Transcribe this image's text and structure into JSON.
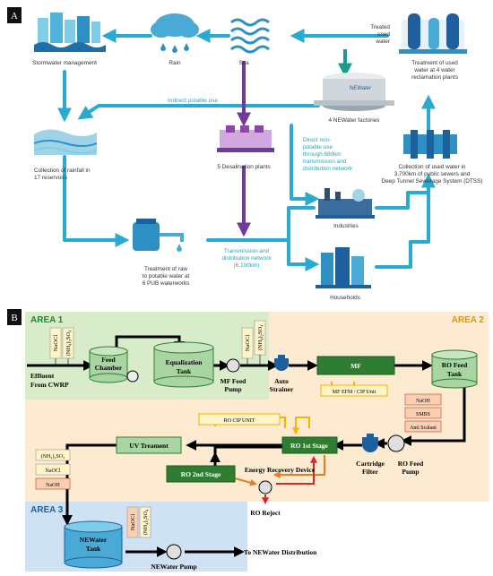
{
  "panel_a": {
    "label": "A",
    "nodes": {
      "stormwater": "Stormwater management",
      "rain": "Rain",
      "sea": "Sea",
      "treated_used_water": [
        "Treated",
        "used",
        "water"
      ],
      "treatment_used_water": [
        "Treatment of used",
        "water at 4 water",
        "reclamation plants"
      ],
      "newater_factories": "4 NEWater factories",
      "newater_logo": "NEWater",
      "indirect_potable": "Indirect potable use",
      "collection_rainfall": [
        "Collection of rainfall in",
        "17 reservoirs"
      ],
      "desalination": "5 Desalination plants",
      "direct_non_potable": [
        "Direct non-",
        "potable use",
        "through 680km",
        "transmission and",
        "distribution network"
      ],
      "collection_used_water": [
        "Collection of used water in",
        "3,700km of public sewers and",
        "Deep Tunnel Sewerage System (DTSS)"
      ],
      "industries": "Industries",
      "treatment_raw": [
        "Treatment of raw",
        "to potable water at",
        "6 PUB waterworks"
      ],
      "transmission": [
        "Transmission and",
        "distribution network",
        "(6,100km)"
      ],
      "households": "Households"
    }
  },
  "panel_b": {
    "label": "B",
    "areas": {
      "area1": "AREA 1",
      "area2": "AREA 2",
      "area3": "AREA 3"
    },
    "chem": {
      "naocl": "NaOCl",
      "nh4so4": "(NH₄)₂SO₄",
      "naoh": "NaOH",
      "smbs": "SMBS",
      "anti_scalant": "Anti Scalant"
    },
    "units": {
      "effluent": [
        "Effluent",
        "From CWRP"
      ],
      "feed_chamber": [
        "Feed",
        "Chamber"
      ],
      "equalization_tank": [
        "Equalization",
        "Tank"
      ],
      "mf_feed_pump": [
        "MF Feed",
        "Pump"
      ],
      "auto_strainer": [
        "Auto",
        "Strainer"
      ],
      "mf": "MF",
      "mf_efm": "MF EFM / CIP Unit",
      "ro_feed_tank": [
        "RO Feed",
        "Tank"
      ],
      "ro_cip": "RO  CIP UNIT",
      "uv": "UV Treament",
      "ro_1st": "RO 1st Stage",
      "ro_2nd": "RO 2nd Stage",
      "erd": "Energy Recovery Device",
      "cartridge": [
        "Cartridge",
        "Filter"
      ],
      "ro_feed_pump": [
        "RO Feed",
        "Pump"
      ],
      "ro_reject": "RO Reject",
      "newater_tank": [
        "NEWater",
        "Tank"
      ],
      "newater_pump": "NEWater Pump",
      "distribution": "To NEWater Distribution"
    }
  },
  "colors": {
    "cyan": "#29abd1",
    "purple": "#6f3a9a",
    "teal": "#1a9c8c",
    "dark_green": "#2f7d32",
    "light_green": "#a8d5a2",
    "yellow": "#f9c10a",
    "orange_area": "#fcebd0",
    "area1_bg": "#d9ecc9",
    "area3_bg": "#cfe2f3"
  }
}
